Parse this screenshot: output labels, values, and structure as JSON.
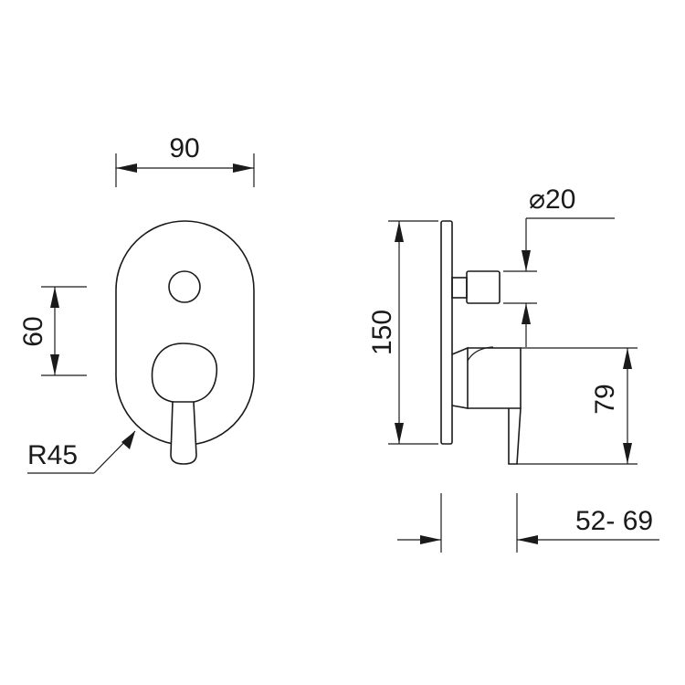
{
  "drawing": {
    "front_view": {
      "width_label": "90",
      "height_label": "60",
      "radius_label": "R45"
    },
    "side_view": {
      "height_label": "150",
      "diameter_label": "⌀20",
      "body_height_label": "79",
      "depth_label": "52- 69"
    }
  }
}
